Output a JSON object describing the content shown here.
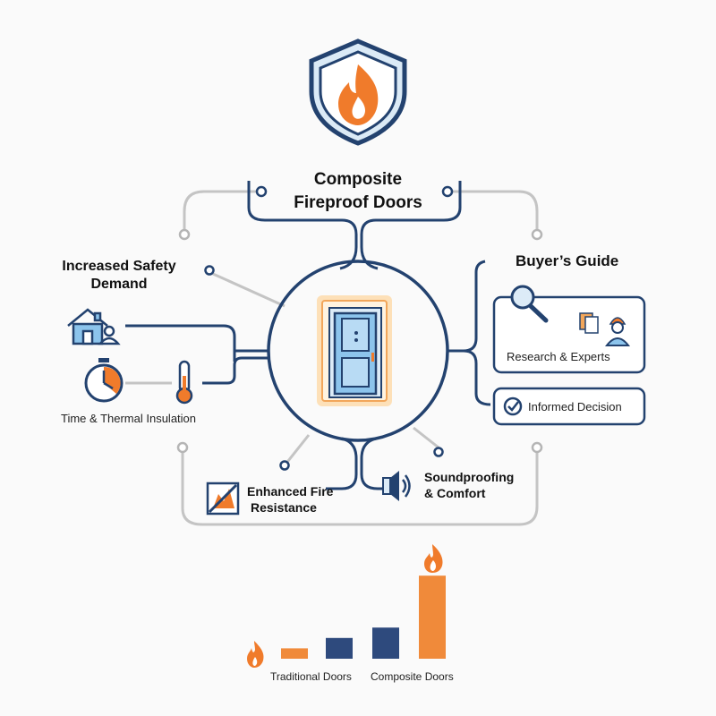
{
  "center": {
    "title_line1": "Composite",
    "title_line2": "Fireproof Doors"
  },
  "left": {
    "heading_line1": "Increased Safety",
    "heading_line2": "Demand",
    "time_label": "Time & Thermal Insulation"
  },
  "right": {
    "heading": "Buyer’s Guide",
    "research_label": "Research & Experts",
    "decision_label": "Informed Decision"
  },
  "bottom": {
    "fire_line1": "Enhanced Fire",
    "fire_line2": "Resistance",
    "sound_line1": "Soundproofing",
    "sound_line2": "& Comfort"
  },
  "chart_data": {
    "type": "bar",
    "categories": [
      "Traditional Doors",
      "Composite Doors"
    ],
    "series": [
      {
        "values": [
          1,
          3
        ]
      },
      {
        "values": [
          2,
          8
        ]
      }
    ],
    "colors": [
      "#f08a3a",
      "#2e4a7d"
    ],
    "axis_labels_shown": false,
    "grid": false
  },
  "colors": {
    "navy": "#23426f",
    "orange": "#f07b2b",
    "light_blue": "#79b6e6",
    "gray_line": "#c2c2c2"
  }
}
